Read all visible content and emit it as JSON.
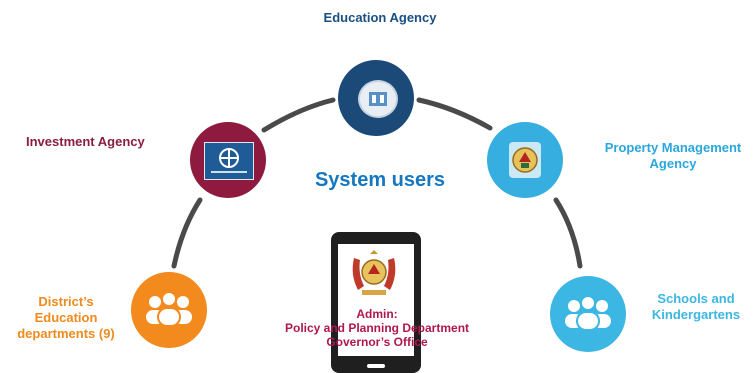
{
  "center": {
    "title": "System users"
  },
  "nodes": {
    "education_agency": {
      "label": "Education Agency",
      "color": "#1b4a78",
      "icon": "agency-logo-icon"
    },
    "investment_agency": {
      "label": "Investment Agency",
      "color": "#8f1a40",
      "icon": "agency-logo-icon"
    },
    "property_management": {
      "label_line1": "Property Management",
      "label_line2": "Agency",
      "color": "#36aee0",
      "icon": "emblem-icon"
    },
    "schools": {
      "label_line1": "Schools and",
      "label_line2": "Kindergartens",
      "color": "#3cb6e2",
      "icon": "users-group-icon"
    },
    "district_education": {
      "label_line1": "District’s",
      "label_line2": "Education",
      "label_line3": "departments (9)",
      "color": "#f28a1e",
      "icon": "users-group-icon"
    }
  },
  "admin": {
    "line1": "Admin:",
    "line2": "Policy and Planning Department",
    "line3": "Governor’s Office",
    "icon": "coat-of-arms-icon"
  }
}
